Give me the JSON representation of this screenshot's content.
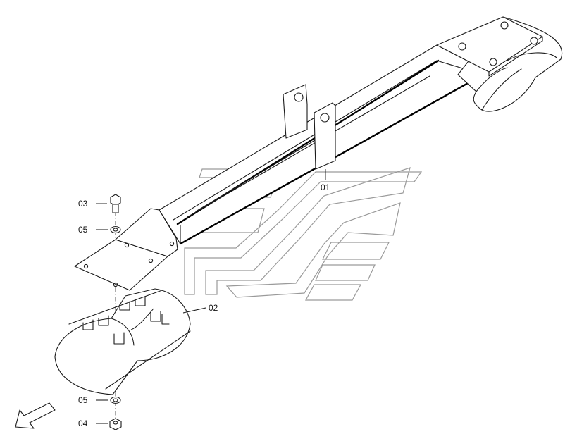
{
  "callouts": {
    "part_01": "01",
    "part_02": "02",
    "part_03": "03",
    "part_04": "04",
    "part_05_top": "05",
    "part_05_bottom": "05"
  },
  "colors": {
    "line": "#1a1a1a",
    "watermark": "#9a9a9a",
    "background": "#ffffff"
  },
  "icons": {
    "direction_arrow": "arrow-down-left-icon"
  }
}
